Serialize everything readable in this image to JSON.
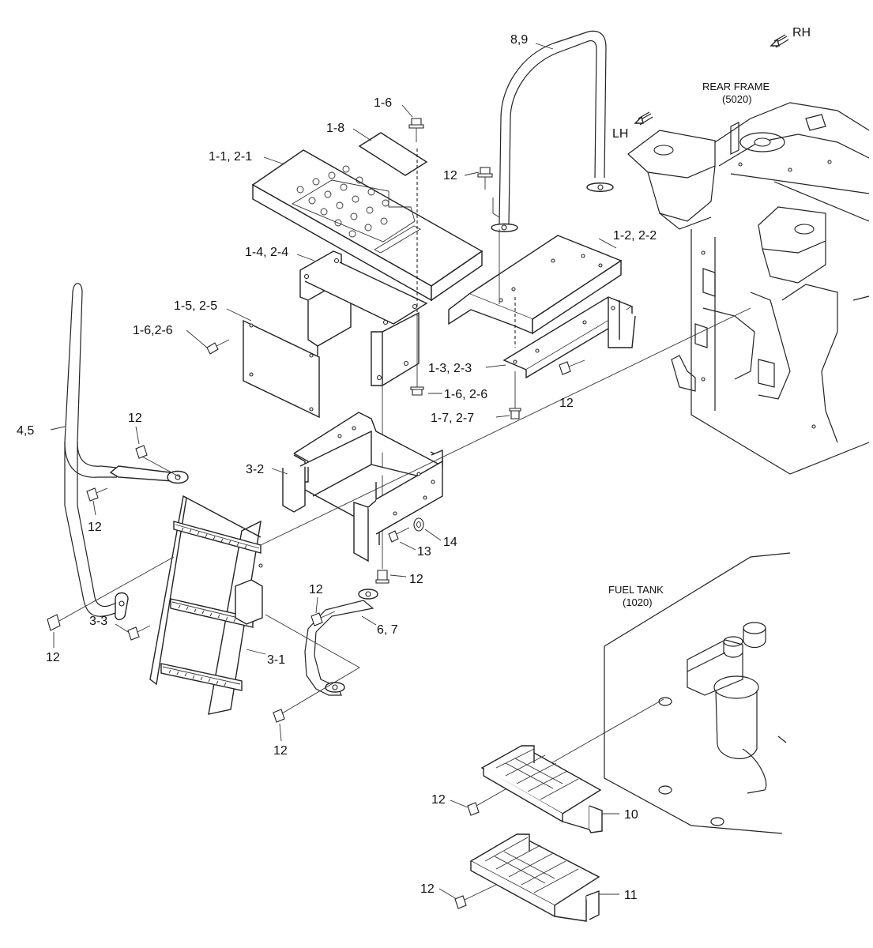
{
  "labels": {
    "l_8_9": "8,9",
    "l_rh": "RH",
    "l_rear_frame": "REAR FRAME",
    "l_rear_frame_code": "(5020)",
    "l_lh": "LH",
    "l_1_6_top": "1-6",
    "l_1_8": "1-8",
    "l_1_1_2_1": "1-1, 2-1",
    "l_12_a": "12",
    "l_1_2_2_2": "1-2, 2-2",
    "l_1_4_2_4": "1-4, 2-4",
    "l_1_5_2_5": "1-5, 2-5",
    "l_1_6_2_6_left": "1-6,2-6",
    "l_1_3_2_3": "1-3, 2-3",
    "l_12_b": "12",
    "l_1_6_2_6_mid": "1-6, 2-6",
    "l_1_7_2_7": "1-7, 2-7",
    "l_4_5": "4,5",
    "l_12_c": "12",
    "l_12_d": "12",
    "l_3_2": "3-2",
    "l_14": "14",
    "l_13": "13",
    "l_12_e": "12",
    "l_12_f": "12",
    "l_3_3": "3-3",
    "l_6_7": "6, 7",
    "l_3_1": "3-1",
    "l_12_g": "12",
    "l_12_h": "12",
    "l_fuel_tank": "FUEL TANK",
    "l_fuel_tank_code": "(1020)",
    "l_12_i": "12",
    "l_10": "10",
    "l_12_j": "12",
    "l_11": "11"
  },
  "icons": [
    "rh-arrow-icon",
    "lh-arrow-icon"
  ]
}
